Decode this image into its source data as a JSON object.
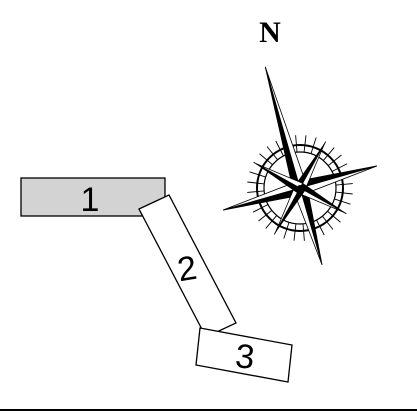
{
  "blocks": [
    {
      "label": "1",
      "fill": "#d3d3d3",
      "stroke": "#000000"
    },
    {
      "label": "2",
      "fill": "#ffffff",
      "stroke": "#000000"
    },
    {
      "label": "3",
      "fill": "#ffffff",
      "stroke": "#000000"
    }
  ],
  "compass": {
    "north_label": "N",
    "icon": "compass-rose-icon",
    "line_color": "#000000"
  },
  "frame": {
    "bottom_border_color": "#000000"
  }
}
